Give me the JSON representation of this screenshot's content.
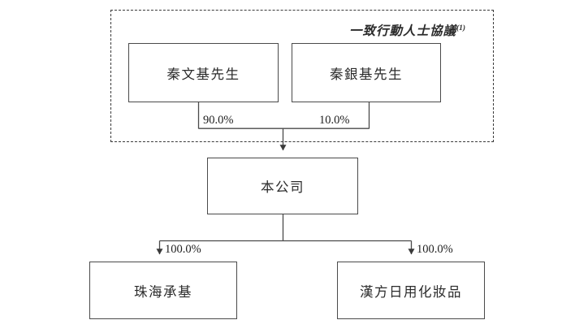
{
  "diagram": {
    "type": "org-ownership-chart",
    "background_color": "#ffffff",
    "box_border_color": "#4a4a4a",
    "line_color": "#4a4a4a",
    "dashed_border_color": "#3a3a3a",
    "group": {
      "caption_text": "一致行動人士協議",
      "caption_footnote": "(1)"
    },
    "nodes": {
      "shareholder_left": "秦文基先生",
      "shareholder_right": "秦銀基先生",
      "company": "本公司",
      "subsidiary_left": "珠海承基",
      "subsidiary_right": "漢方日用化妝品"
    },
    "edges": {
      "shareholder_left_pct": "90.0%",
      "shareholder_right_pct": "10.0%",
      "subsidiary_left_pct": "100.0%",
      "subsidiary_right_pct": "100.0%"
    }
  }
}
